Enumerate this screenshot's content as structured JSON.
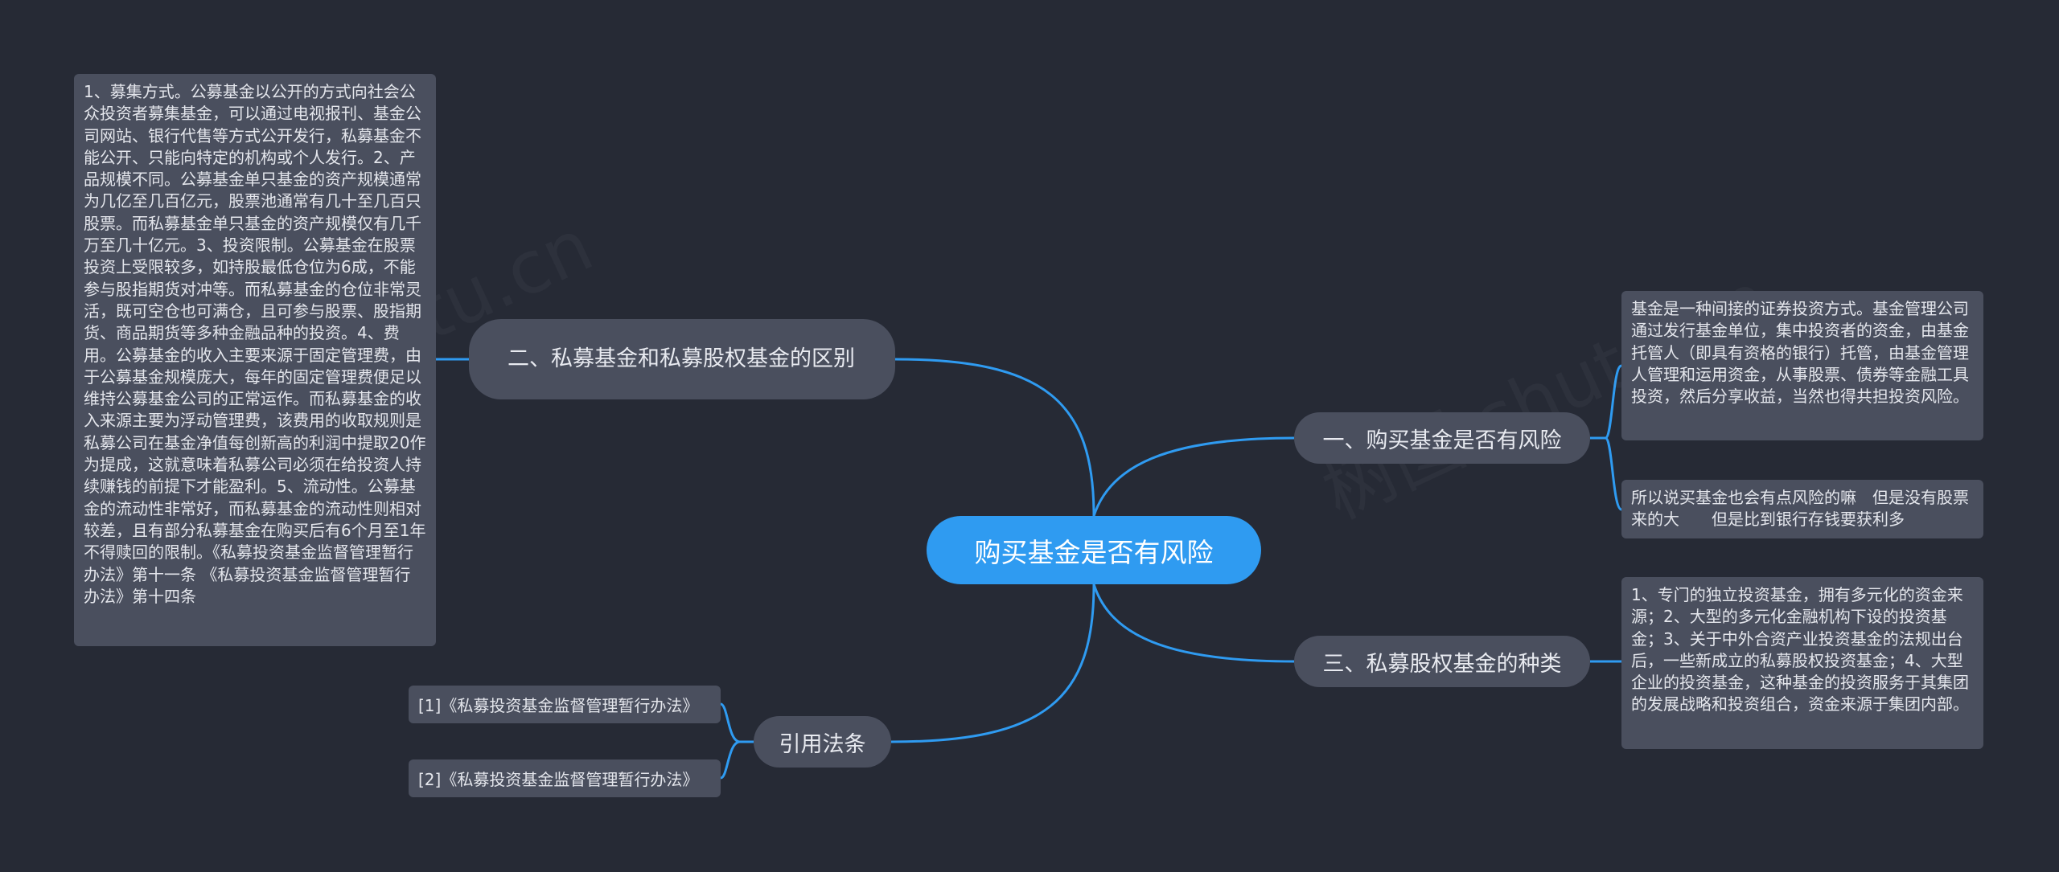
{
  "root": {
    "label": "购买基金是否有风险"
  },
  "branches": {
    "b1": {
      "label": "一、购买基金是否有风险"
    },
    "b2": {
      "label": "二、私募基金和私募股权基金的区别"
    },
    "b3": {
      "label": "三、私募股权基金的种类"
    },
    "b4": {
      "label": "引用法条"
    }
  },
  "notes": {
    "n1": "基金是一种间接的证券投资方式。基金管理公司通过发行基金单位，集中投资者的资金，由基金托管人（即具有资格的银行）托管，由基金管理人管理和运用资金，从事股票、债券等金融工具投资，然后分享收益，当然也得共担投资风险。",
    "n2": "所以说买基金也会有点风险的嘛　但是没有股票来的大　　但是比到银行存钱要获利多",
    "n3": "1、专门的独立投资基金，拥有多元化的资金来源；2、大型的多元化金融机构下设的投资基金；3、关于中外合资产业投资基金的法规出台后，一些新成立的私募股权投资基金；4、大型企业的投资基金，这种基金的投资服务于其集团的发展战略和投资组合，资金来源于集团内部。",
    "n4": "1、募集方式。公募基金以公开的方式向社会公众投资者募集基金，可以通过电视报刊、基金公司网站、银行代售等方式公开发行，私募基金不能公开、只能向特定的机构或个人发行。2、产品规模不同。公募基金单只基金的资产规模通常为几亿至几百亿元，股票池通常有几十至几百只股票。而私募基金单只基金的资产规模仅有几千万至几十亿元。3、投资限制。公募基金在股票投资上受限较多，如持股最低仓位为6成，不能参与股指期货对冲等。而私募基金的仓位非常灵活，既可空仓也可满仓，且可参与股票、股指期货、商品期货等多种金融品种的投资。4、费用。公募基金的收入主要来源于固定管理费，由于公募基金规模庞大，每年的固定管理费便足以维持公募基金公司的正常运作。而私募基金的收入来源主要为浮动管理费，该费用的收取规则是私募公司在基金净值每创新高的利润中提取20作为提成，这就意味着私募公司必须在给投资人持续赚钱的前提下才能盈利。5、流动性。公募基金的流动性非常好，而私募基金的流动性则相对较差，且有部分私募基金在购买后有6个月至1年不得赎回的限制。《私募投资基金监督管理暂行办法》第十一条 《私募投资基金监督管理暂行办法》第十四条"
  },
  "refs": {
    "r1": "[1]《私募投资基金监督管理暂行办法》",
    "r2": "[2]《私募投资基金监督管理暂行办法》"
  },
  "colors": {
    "background": "#262a35",
    "root": "#2f9bf1",
    "node": "#4a4f5e",
    "connector": "#2f9bf1"
  }
}
